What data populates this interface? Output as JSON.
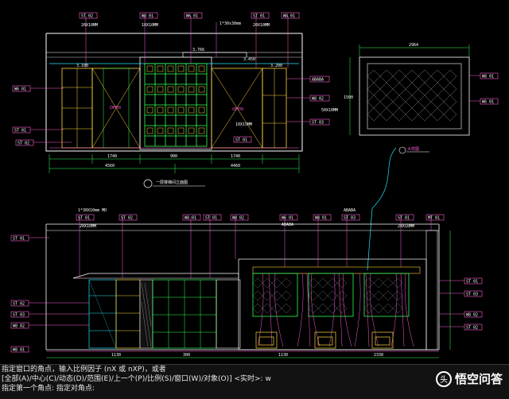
{
  "drawing": {
    "upper_title": "一层楼梯间立面图",
    "detail_title": "大样图",
    "open_label": "OPEN",
    "dim_top": "1*30x30mm",
    "elev_1": "3.766",
    "elev_2": "3.450",
    "elev_3": "3.100",
    "elev_4": "3.200",
    "dims_upper": [
      "1740",
      "900",
      "1740"
    ],
    "dims_upper_total": [
      "4560",
      "4460"
    ],
    "detail_dim_w": "2964",
    "detail_dim_h": "1500",
    "annotations_left": [
      "20X10MM",
      "10X10MM",
      "W6 01",
      "ST 01"
    ],
    "annotations_right": [
      "20X10MM",
      "50X10MM",
      "ABABA",
      "10X15MM"
    ],
    "annotations_lower": [
      "1*30X10mm MD",
      "20X10MM",
      "ABABA",
      "ABABA",
      "20X10MM"
    ],
    "tags": [
      "W8 01",
      "ST 01",
      "W6 01",
      "ST 02",
      "W8 02",
      "W8 01",
      "ST 03",
      "ST 01",
      "MT 01"
    ],
    "dims_lower": [
      "1130",
      "300",
      "1130",
      "2330"
    ]
  },
  "command": {
    "line1": "指定窗口的角点，输入比例因子 (nX 或 nXP)，或者",
    "line2": "[全部(A)/中心(C)/动态(D)/范围(E)/上一个(P)/比例(S)/窗口(W)/对象(O)] <实时>: w",
    "line3": "指定第一个角点: 指定对角点:"
  },
  "watermark": {
    "icon": "头",
    "text": "悟空问答"
  }
}
